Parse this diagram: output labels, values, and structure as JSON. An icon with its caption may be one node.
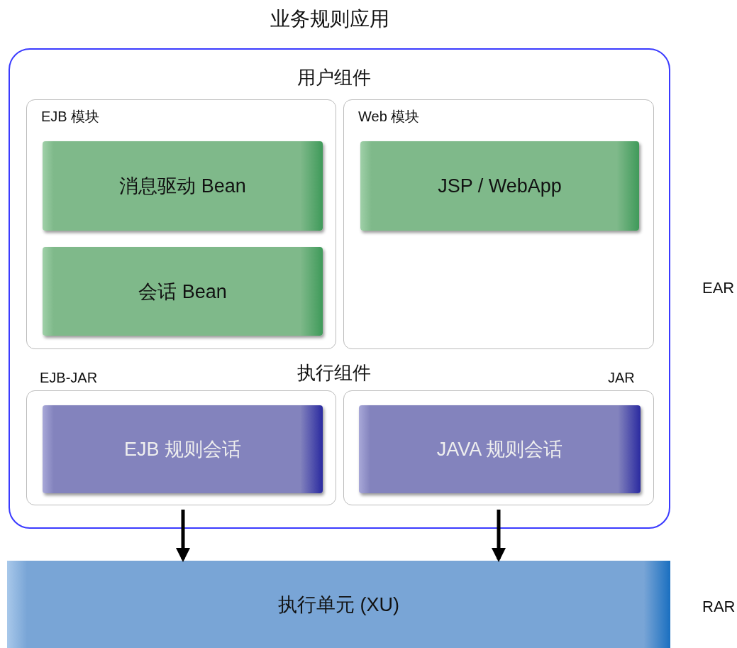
{
  "diagram": {
    "title": "业务规则应用",
    "nodes": [
      {
        "text": [
          "用户组件",
          "执行组件"
        ],
        "beside": [
          "EAR"
        ]
      },
      {
        "text": [
          "EJB 模块"
        ],
        "in": 0
      },
      {
        "text": [
          "消息驱动 Bean"
        ],
        "in": 1
      },
      {
        "text": [
          "会话 Bean"
        ],
        "in": 1
      },
      {
        "text": [
          "Web 模块"
        ],
        "in": 0
      },
      {
        "text": [
          "JSP / WebApp"
        ],
        "in": 4
      },
      {
        "text": [
          "EJB-JAR"
        ],
        "in": 0
      },
      {
        "text": [
          "EJB 规则会话"
        ],
        "in": 6
      },
      {
        "text": [
          "JAR"
        ],
        "in": 0
      },
      {
        "text": [
          "JAVA 规则会话"
        ],
        "in": 8
      },
      {
        "text": [
          "执行单元 (XU)"
        ],
        "beside": [
          "RAR"
        ]
      }
    ],
    "edges": [
      {
        "from": 6,
        "to": 10,
        "arrow": "to"
      },
      {
        "from": 8,
        "to": 10,
        "arrow": "to"
      }
    ]
  }
}
